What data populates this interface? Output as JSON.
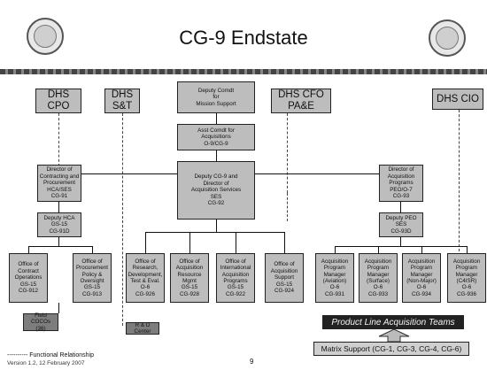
{
  "title": "CG-9 Endstate",
  "logos": {
    "left": "dhs-seal-icon",
    "right": "coast-guard-seal-icon"
  },
  "boxes": {
    "dhs_cpo": "DHS\nCPO",
    "dhs_st": "DHS\nS&T",
    "dhs_cfo": "DHS CFO\nPA&E",
    "dhs_cio": "DHS CIO",
    "deputy_mission": "Deputy Comdt\nfor\nMission Support",
    "asst_comdt": "Asst Comdt for\nAcquisitions\nO-9/CG-9",
    "deputy_cg9": "Deputy CG-9 and\nDirector of\nAcquisition Services\nSES\nCG-92",
    "dir_contracting": "Director of\nContracting and\nProcurement\nHCA/SES\nCG-91",
    "deputy_hca": "Deputy HCA\nGS-15\nCG-91D",
    "dir_programs": "Director of\nAcquisition\nPrograms\nPEO/O-7\nCG-93",
    "deputy_peo": "Deputy PEO\nSES\nCG-93D",
    "ccops": "Office of\nContract\nOperations\nGS-15\nCG-912",
    "procpol": "Office of\nProcurement\nPolicy &\nOversight\nGS-15\nCG-913",
    "research": "Office of\nResearch,\nDevelopment,\nTest & Eval.\nO-6\nCG-926",
    "resource": "Office of\nAcquisition\nResource\nMgmt\nGS-15\nCG-928",
    "intl": "Office of\nInternational\nAcquisition\nPrograms\nGS-15\nCG-922",
    "support": "Office of\nAcquisition\nSupport\nGS-15\nCG-924",
    "apm_aviation": "Acquisition\nProgram\nManager\n(Aviation)\nO-6\nCG-931",
    "apm_surface": "Acquisition\nProgram\nManager\n(Surface)\nO-6\nCG-933",
    "apm_nonmajor": "Acquisition\nProgram\nManager\n(Non-Major)\nO-6\nCG-934",
    "apm_c4isr": "Acquisition\nProgram\nManager\n(C4ISR)\nO-6\nCG-936",
    "field_cocos": "Field COCOs\n(36)",
    "rd_center": "R & D Center"
  },
  "banner": "Product Line Acquisition Teams",
  "matrix": "Matrix Support (CG-1, CG-3, CG-4, CG-6)",
  "legend": "---------- Functional Relationship",
  "footer": "Version 1.2, 12 February 2007",
  "page_number": "9"
}
